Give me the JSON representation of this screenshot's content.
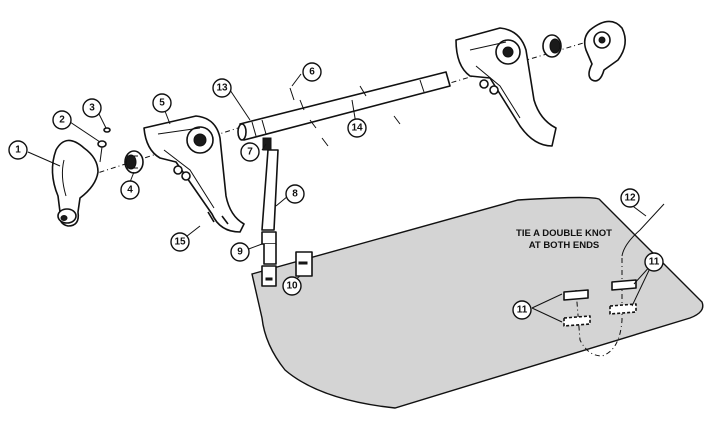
{
  "diagram": {
    "note": {
      "line1": "TIE A DOUBLE KNOT",
      "line2": "AT BOTH ENDS"
    },
    "callouts": [
      {
        "id": "c1",
        "label": "1"
      },
      {
        "id": "c2",
        "label": "2"
      },
      {
        "id": "c3",
        "label": "3"
      },
      {
        "id": "c4",
        "label": "4"
      },
      {
        "id": "c5",
        "label": "5"
      },
      {
        "id": "c6",
        "label": "6"
      },
      {
        "id": "c7",
        "label": "7"
      },
      {
        "id": "c8",
        "label": "8"
      },
      {
        "id": "c9",
        "label": "9"
      },
      {
        "id": "c10",
        "label": "10"
      },
      {
        "id": "c11a",
        "label": "11"
      },
      {
        "id": "c11b",
        "label": "11"
      },
      {
        "id": "c12",
        "label": "12"
      },
      {
        "id": "c13",
        "label": "13"
      },
      {
        "id": "c14",
        "label": "14"
      },
      {
        "id": "c15",
        "label": "15"
      }
    ],
    "colors": {
      "cover": "#d4d4d4",
      "line": "#111111",
      "background": "#ffffff"
    }
  }
}
